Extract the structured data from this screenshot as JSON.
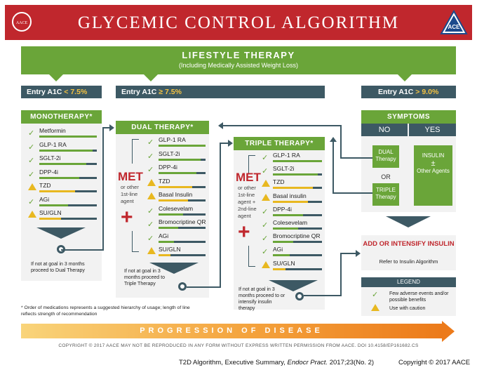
{
  "header": {
    "title": "GLYCEMIC CONTROL ALGORITHM",
    "logo_left": "AACE",
    "logo_right": "ACE"
  },
  "lifestyle": {
    "title": "LIFESTYLE THERAPY",
    "subtitle": "(Including Medically Assisted Weight Loss)"
  },
  "entries": {
    "mono": {
      "prefix": "Entry A1C ",
      "value": "< 7.5%"
    },
    "dual": {
      "prefix": "Entry A1C ",
      "value": "≥ 7.5%"
    },
    "symptoms": {
      "prefix": "Entry A1C ",
      "value": "> 9.0%"
    }
  },
  "monotherapy": {
    "title": "MONOTHERAPY*",
    "items": [
      {
        "label": "Metformin",
        "caution": false,
        "strength": 1.0
      },
      {
        "label": "GLP-1 RA",
        "caution": false,
        "strength": 0.93
      },
      {
        "label": "SGLT-2i",
        "caution": false,
        "strength": 0.82
      },
      {
        "label": "DPP-4i",
        "caution": false,
        "strength": 0.7
      },
      {
        "label": "TZD",
        "caution": true,
        "strength": 0.62
      },
      {
        "label": "AGi",
        "caution": false,
        "strength": 0.5
      },
      {
        "label": "SU/GLN",
        "caution": true,
        "strength": 0.38
      }
    ],
    "note": "If not at goal in 3 months proceed to Dual Therapy"
  },
  "dual": {
    "title": "DUAL THERAPY*",
    "met": "MET",
    "met_sub": "or other 1st-line agent",
    "plus": "+",
    "items": [
      {
        "label": "GLP-1 RA",
        "caution": false,
        "strength": 1.0
      },
      {
        "label": "SGLT-2i",
        "caution": false,
        "strength": 0.9
      },
      {
        "label": "DPP-4i",
        "caution": false,
        "strength": 0.8
      },
      {
        "label": "TZD",
        "caution": true,
        "strength": 0.72
      },
      {
        "label": "Basal Insulin",
        "caution": true,
        "strength": 0.62
      },
      {
        "label": "Colesevelam",
        "caution": false,
        "strength": 0.52
      },
      {
        "label": "Bromocriptine QR",
        "caution": false,
        "strength": 0.42
      },
      {
        "label": "AGi",
        "caution": false,
        "strength": 0.33
      },
      {
        "label": "SU/GLN",
        "caution": true,
        "strength": 0.25
      }
    ],
    "note": "If not at goal in 3 months proceed to Triple Therapy"
  },
  "triple": {
    "title": "TRIPLE THERAPY*",
    "met": "MET",
    "met_sub": "or other 1st-line agent + 2nd-line agent",
    "plus": "+",
    "items": [
      {
        "label": "GLP-1 RA",
        "caution": false,
        "strength": 1.0
      },
      {
        "label": "SGLT-2i",
        "caution": false,
        "strength": 0.92
      },
      {
        "label": "TZD",
        "caution": true,
        "strength": 0.82
      },
      {
        "label": "Basal insulin",
        "caution": true,
        "strength": 0.72
      },
      {
        "label": "DPP-4i",
        "caution": false,
        "strength": 0.62
      },
      {
        "label": "Colesevelam",
        "caution": false,
        "strength": 0.52
      },
      {
        "label": "Bromocriptine QR",
        "caution": false,
        "strength": 0.42
      },
      {
        "label": "AGi",
        "caution": false,
        "strength": 0.34
      },
      {
        "label": "SU/GLN",
        "caution": true,
        "strength": 0.26
      }
    ],
    "note": "If not at goal in 3 months proceed to or intensify insulin therapy"
  },
  "symptoms": {
    "title": "SYMPTOMS",
    "no": "NO",
    "yes": "YES",
    "dual_box": "DUAL Therapy",
    "or": "OR",
    "triple_box": "TRIPLE Therapy",
    "insulin_box_line1": "INSULIN",
    "insulin_box_line2": "±",
    "insulin_box_line3": "Other Agents"
  },
  "insulin_panel": {
    "title": "ADD OR INTENSIFY INSULIN",
    "subtitle": "Refer to Insulin Algorithm"
  },
  "legend": {
    "title": "LEGEND",
    "items": [
      {
        "type": "check",
        "text": "Few adverse events and/or possible benefits"
      },
      {
        "type": "caution",
        "text": "Use with caution"
      }
    ]
  },
  "footnote": "* Order of medications represents a suggested hierarchy of usage; length of line reflects strength of recommendation",
  "progression": "PROGRESSION OF DISEASE",
  "copyright_bar": "COPYRIGHT © 2017 AACE  MAY NOT BE REPRODUCED IN ANY FORM WITHOUT EXPRESS WRITTEN PERMISSION FROM AACE.  DOI 10.4158/EP161682.CS",
  "citation_prefix": "T2D Algorithm, Executive Summary, ",
  "citation_journal": "Endocr Pract.",
  "citation_suffix": " 2017;23(No. 2)",
  "copyright_right": "Copyright © 2017 AACE",
  "colors": {
    "header_red": "#c0272d",
    "green": "#6aa539",
    "slate": "#3d5964",
    "caution_yellow": "#e8b820",
    "orange": "#ec7a1a"
  }
}
